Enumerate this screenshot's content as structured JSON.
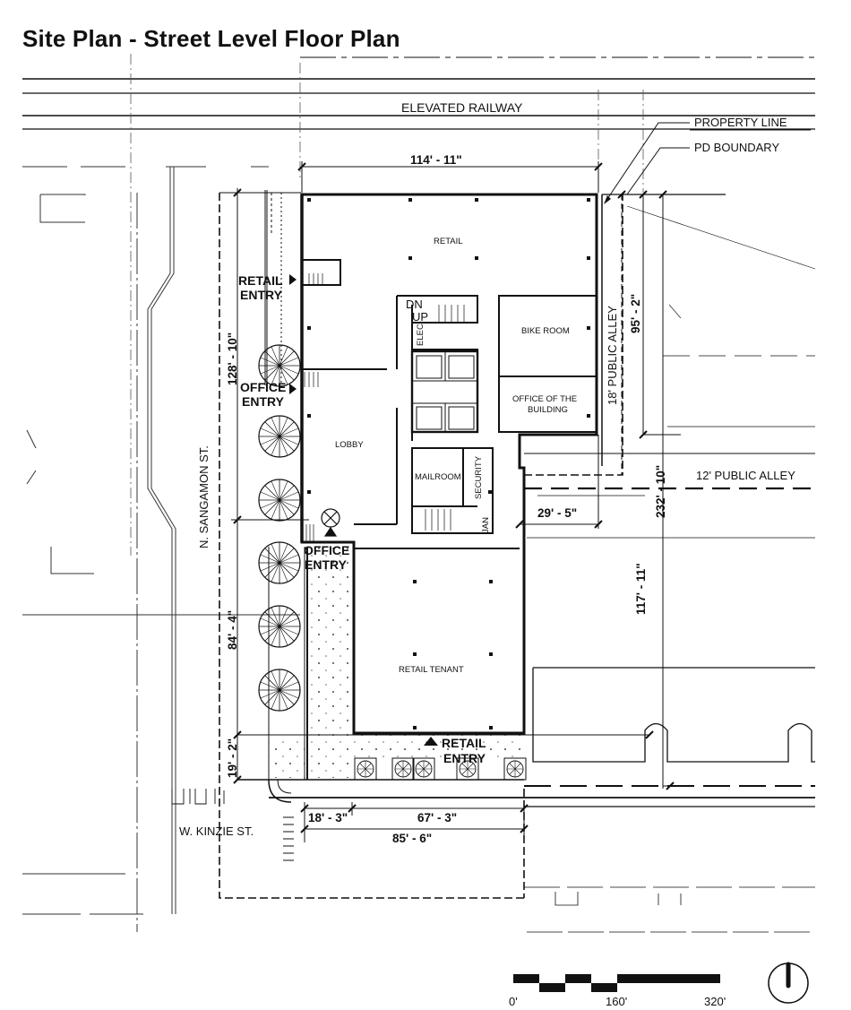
{
  "title": "Site Plan - Street Level Floor Plan",
  "streets": {
    "railway": "ELEVATED RAILWAY",
    "sangamon": "N. SANGAMON ST.",
    "kinzie": "W. KINZIE ST.",
    "alley_18": "18' PUBLIC ALLEY",
    "alley_12": "12' PUBLIC ALLEY"
  },
  "callouts": {
    "property_line": "PROPERTY LINE",
    "pd_boundary": "PD BOUNDARY"
  },
  "rooms": {
    "retail": "RETAIL",
    "bike_room": "BIKE ROOM",
    "office_building_1": "OFFICE OF THE",
    "office_building_2": "BUILDING",
    "lobby": "LOBBY",
    "mailroom": "MAILROOM",
    "security": "SECURITY",
    "jan": "JAN",
    "elec": "ELEC",
    "dn": "DN",
    "up": "UP",
    "retail_tenant": "RETAIL TENANT"
  },
  "entries": {
    "retail_entry_west_1": "RETAIL",
    "retail_entry_west_2": "ENTRY",
    "office_entry_west_1": "OFFICE",
    "office_entry_west_2": "ENTRY",
    "office_entry_corner_1": "OFFICE",
    "office_entry_corner_2": "ENTRY",
    "retail_entry_south_1": "RETAIL",
    "retail_entry_south_2": "ENTRY"
  },
  "dimensions": {
    "top_width": "114' - 11\"",
    "west_upper": "128' - 10\"",
    "west_middle": "84' - 4\"",
    "west_lower": "19' - 2\"",
    "east_upper": "95' - 2\"",
    "east_total": "232' - 10\"",
    "east_lower": "117' - 11\"",
    "notch": "29' - 5\"",
    "south_west": "18' - 3\"",
    "south_east": "67' - 3\"",
    "south_total": "85' - 6\""
  },
  "scale_bar": {
    "labels": [
      "0'",
      "160'",
      "320'"
    ]
  },
  "north_arrow": "north-arrow"
}
